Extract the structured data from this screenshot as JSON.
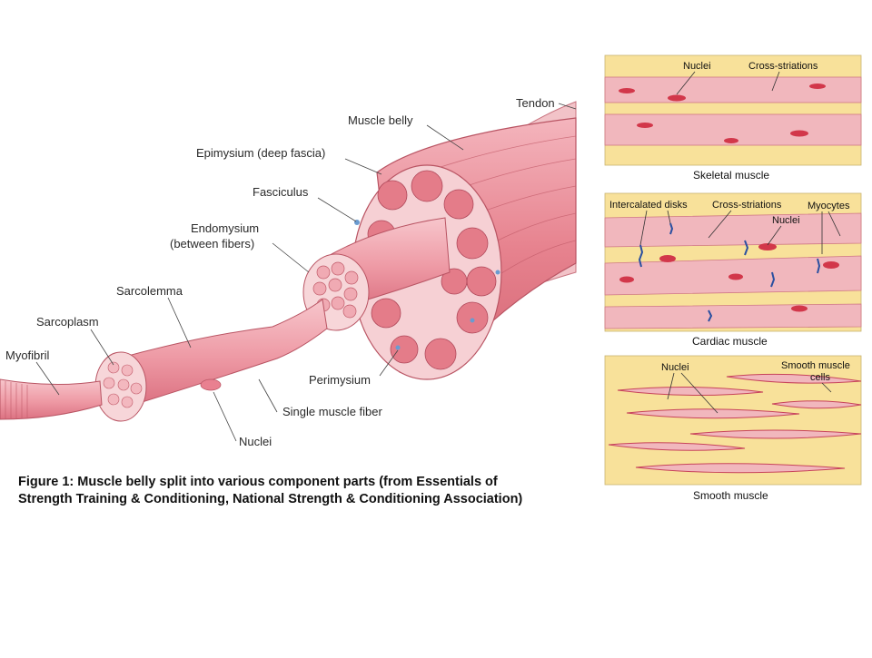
{
  "main_diagram": {
    "labels": {
      "tendon": "Tendon",
      "muscle_belly": "Muscle belly",
      "epimysium": "Epimysium (deep fascia)",
      "fasciculus": "Fasciculus",
      "endomysium_1": "Endomysium",
      "endomysium_2": "(between fibers)",
      "sarcolemma": "Sarcolemma",
      "sarcoplasm": "Sarcoplasm",
      "myofibril": "Myofibril",
      "perimysium": "Perimysium",
      "single_fiber": "Single muscle fiber",
      "nuclei": "Nuclei"
    }
  },
  "caption": {
    "line1": "Figure 1: Muscle belly split into various component parts (from Essentials of",
    "line2": "Strength Training & Conditioning, National Strength & Conditioning Association)"
  },
  "panels": {
    "skeletal": {
      "nuclei": "Nuclei",
      "striations": "Cross-striations",
      "caption": "Skeletal muscle"
    },
    "cardiac": {
      "disks": "Intercalated disks",
      "striations": "Cross-striations",
      "myocytes": "Myocytes",
      "nuclei": "Nuclei",
      "caption": "Cardiac muscle"
    },
    "smooth": {
      "nuclei": "Nuclei",
      "cells_1": "Smooth muscle",
      "cells_2": "cells",
      "caption": "Smooth muscle"
    }
  },
  "colors": {
    "fiber": "#f0a8b0",
    "fiber_dark": "#d96a78",
    "background_panel": "#f8e19a",
    "nucleus": "#c8283c",
    "disk": "#2a4fa0"
  }
}
